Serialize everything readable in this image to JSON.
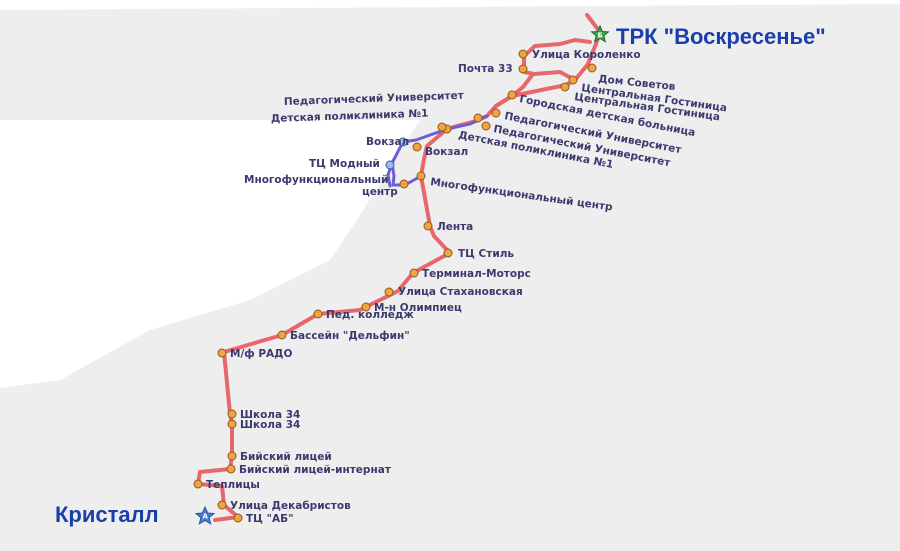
{
  "terminals": {
    "end": {
      "label": "ТРК \"Воскресенье\"",
      "marker": "Б"
    },
    "start": {
      "label": "Кристалл",
      "marker": "А"
    }
  },
  "stops": [
    {
      "id": "ulitsa-korolenko",
      "label": "Улица Короленко"
    },
    {
      "id": "pochta-33",
      "label": "Почта 33"
    },
    {
      "id": "dom-sovetov",
      "label": "Дом Советов"
    },
    {
      "id": "tsentralnaya-gostinitsa-1",
      "label": "Центральная Гостиница"
    },
    {
      "id": "tsentralnaya-gostinitsa-2",
      "label": "Центральная Гостиница"
    },
    {
      "id": "gorodskaya-bolnitsa",
      "label": "Городская детская больница"
    },
    {
      "id": "ped-universitet-left",
      "label": "Педагогический Университет"
    },
    {
      "id": "detskaya-poliklinika-left",
      "label": "Детская поликлиника №1"
    },
    {
      "id": "ped-universitet-right-1",
      "label": "Педагогический Университет"
    },
    {
      "id": "ped-universitet-right-2",
      "label": "Педагогический Университет"
    },
    {
      "id": "detskaya-poliklinika-right",
      "label": "Детская поликлиника №1"
    },
    {
      "id": "vokzal-left",
      "label": "Вокзал"
    },
    {
      "id": "vokzal-right",
      "label": "Вокзал"
    },
    {
      "id": "tts-modny",
      "label": "ТЦ Модный"
    },
    {
      "id": "mfc-left-1",
      "label": "Многофункциональный"
    },
    {
      "id": "mfc-left-2",
      "label": "центр"
    },
    {
      "id": "mfc-right",
      "label": "Многофункциональный центр"
    },
    {
      "id": "lenta",
      "label": "Лента"
    },
    {
      "id": "tts-stil",
      "label": "ТЦ Стиль"
    },
    {
      "id": "terminal-motors",
      "label": "Терминал-Моторс"
    },
    {
      "id": "ulitsa-stakhanovskaya",
      "label": "Улица Стахановская"
    },
    {
      "id": "mn-olimpiets",
      "label": "М-н Олимпиец"
    },
    {
      "id": "ped-kolledzh",
      "label": "Пед. колледж"
    },
    {
      "id": "basseyn-delfin",
      "label": "Бассейн \"Дельфин\""
    },
    {
      "id": "mf-rado",
      "label": "М/ф РАДО"
    },
    {
      "id": "shkola-34-1",
      "label": "Школа 34"
    },
    {
      "id": "shkola-34-2",
      "label": "Школа 34"
    },
    {
      "id": "biysky-litsey",
      "label": "Бийский лицей"
    },
    {
      "id": "biysky-litsey-internat",
      "label": "Бийский лицей-интернат"
    },
    {
      "id": "teplitsy",
      "label": "Теплицы"
    },
    {
      "id": "ulitsa-dekabristov",
      "label": "Улица Декабристов"
    },
    {
      "id": "tts-ab",
      "label": "ТЦ \"АБ\""
    }
  ],
  "colors": {
    "route": "#e8676d",
    "route_alt": "#6b5fd6",
    "stop_fill": "#f0a340",
    "label": "#3a3a6e",
    "terminal_label": "#1b3fa8",
    "end_marker": "#3fa34d",
    "start_marker": "#4a7fd8"
  },
  "icons": [
    "star-marker-icon"
  ]
}
